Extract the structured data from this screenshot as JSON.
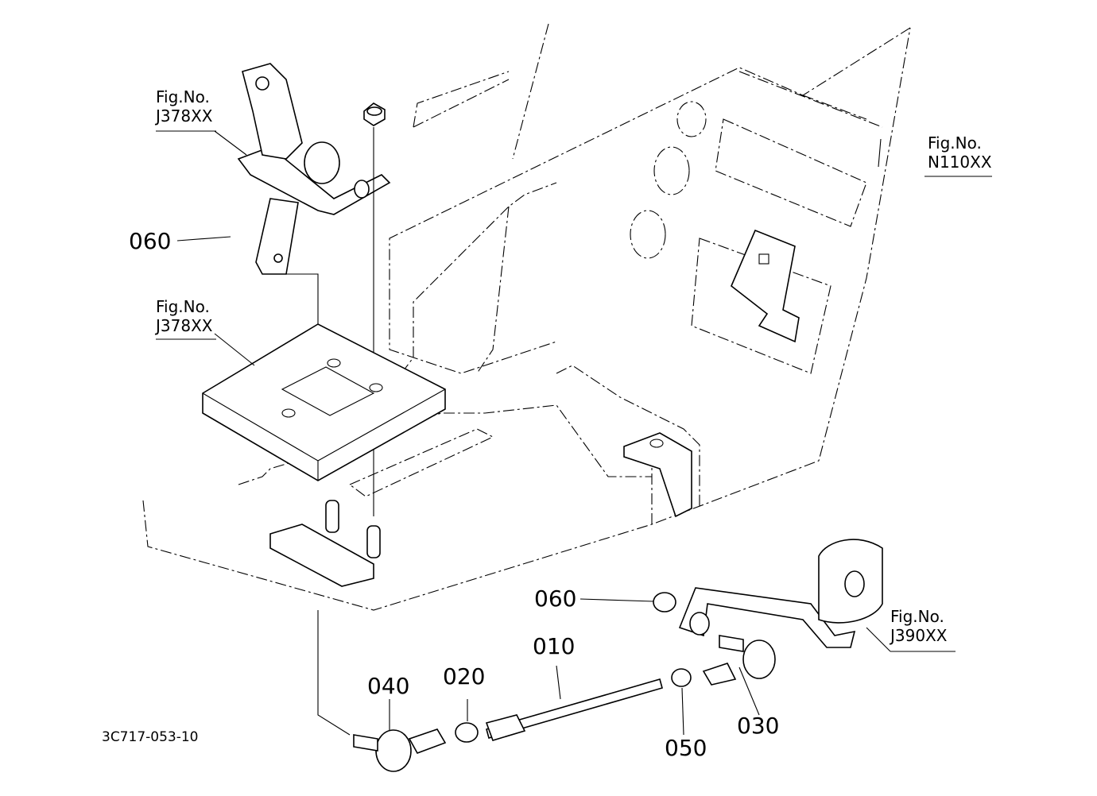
{
  "drawing_code": "3C717-053-10",
  "figure_refs": [
    {
      "id": "ref-j378-top",
      "prefix": "Fig.No.",
      "code": "J378XX"
    },
    {
      "id": "ref-j378-mid",
      "prefix": "Fig.No.",
      "code": "J378XX"
    },
    {
      "id": "ref-n110",
      "prefix": "Fig.No.",
      "code": "N110XX"
    },
    {
      "id": "ref-j390",
      "prefix": "Fig.No.",
      "code": "J390XX"
    }
  ],
  "part_callouts": [
    {
      "id": "060-upper",
      "number": "060"
    },
    {
      "id": "060-lower",
      "number": "060"
    },
    {
      "id": "010",
      "number": "010"
    },
    {
      "id": "020",
      "number": "020"
    },
    {
      "id": "030",
      "number": "030"
    },
    {
      "id": "040",
      "number": "040"
    },
    {
      "id": "050",
      "number": "050"
    }
  ]
}
